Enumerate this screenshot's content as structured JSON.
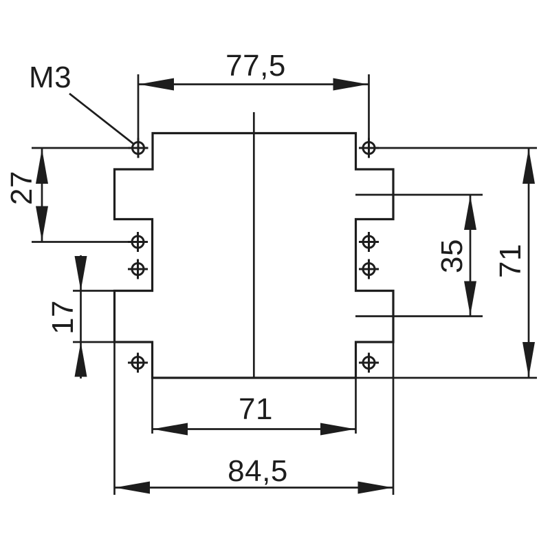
{
  "drawing": {
    "kind": "mounting-cutout-dimension-drawing",
    "callout_m3": "M3",
    "dims": {
      "width_top": "77,5",
      "height_upper_left": "27",
      "height_lower_left": "17",
      "slot_pitch_right": "35",
      "height_right": "71",
      "width_bottom_inner": "71",
      "width_bottom_overall": "84,5"
    },
    "colors": {
      "line": "#1d1d1d",
      "background": "#ffffff"
    }
  }
}
